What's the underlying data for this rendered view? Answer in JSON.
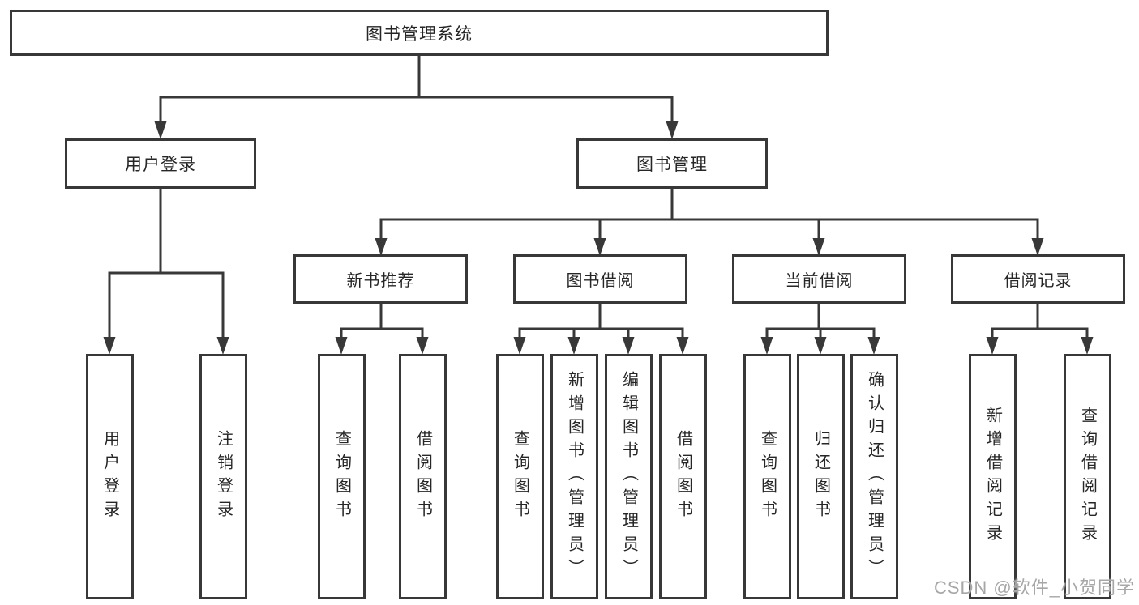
{
  "watermark": "CSDN @软件_小贺同学",
  "colors": {
    "line": "#383838",
    "box_background": "#ffffff",
    "text": "#262626",
    "watermark": "#a7a7a7"
  },
  "tree": {
    "label": "图书管理系统",
    "children": [
      {
        "label": "用户登录",
        "children": [
          {
            "label": "用户登录"
          },
          {
            "label": "注销登录"
          }
        ]
      },
      {
        "label": "图书管理",
        "children": [
          {
            "label": "新书推荐",
            "children": [
              {
                "label": "查询图书"
              },
              {
                "label": "借阅图书"
              }
            ]
          },
          {
            "label": "图书借阅",
            "children": [
              {
                "label": "查询图书"
              },
              {
                "label": "新增图书（管理员）"
              },
              {
                "label": "编辑图书（管理员）"
              },
              {
                "label": "借阅图书"
              }
            ]
          },
          {
            "label": "当前借阅",
            "children": [
              {
                "label": "查询图书"
              },
              {
                "label": "归还图书"
              },
              {
                "label": "确认归还（管理员）"
              }
            ]
          },
          {
            "label": "借阅记录",
            "children": [
              {
                "label": "新增借阅记录"
              },
              {
                "label": "查询借阅记录"
              }
            ]
          }
        ]
      }
    ]
  }
}
